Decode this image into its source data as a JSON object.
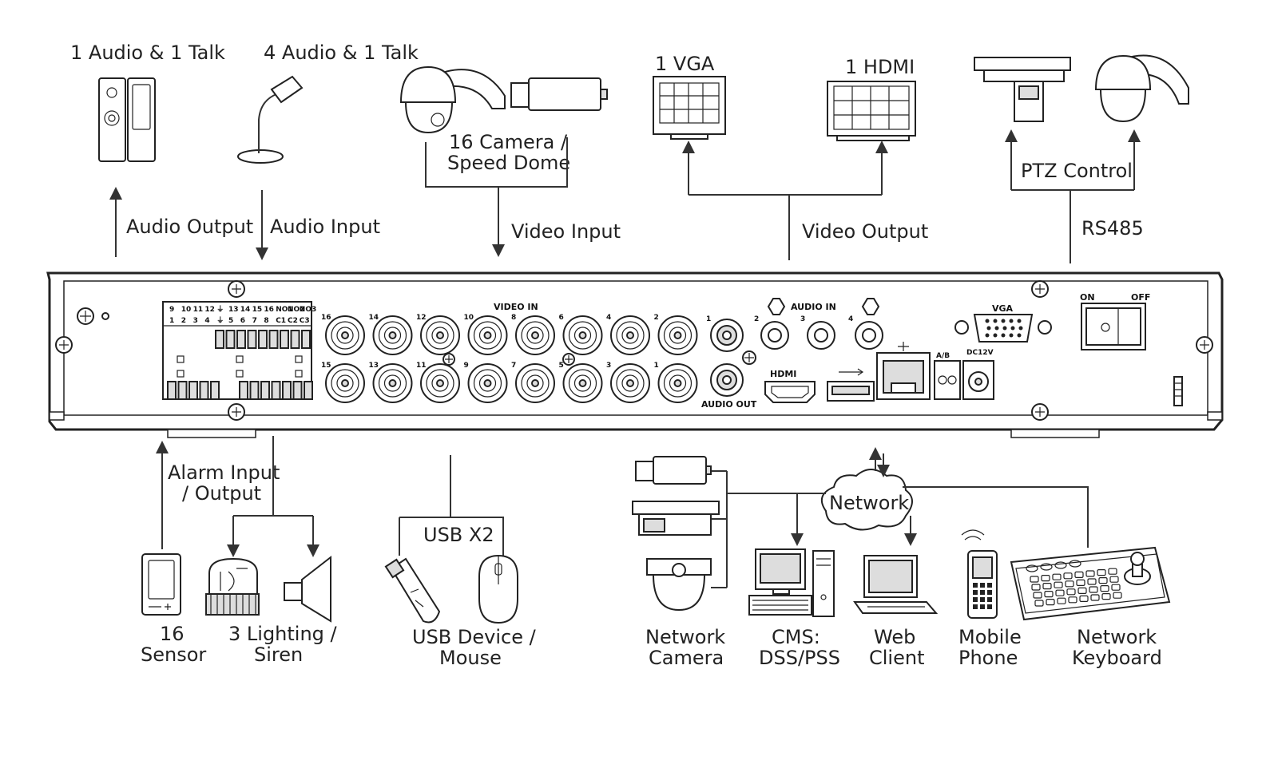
{
  "top_labels": {
    "audio_talk_1": "1 Audio  & 1 Talk",
    "audio_talk_4": "4 Audio & 1 Talk",
    "audio_output": "Audio  Output",
    "audio_input": "Audio  Input",
    "camera_line1": "16  Camera /",
    "camera_line2": "Speed Dome",
    "video_input": "Video Input",
    "vga": "1 VGA",
    "hdmi": "1 HDMI",
    "video_output": "Video Output",
    "ptz_control": "PTZ Control",
    "rs485": "RS485"
  },
  "panel": {
    "video_in": "VIDEO IN",
    "audio_in": "AUDIO IN",
    "audio_out": "AUDIO OUT",
    "vga_port": "VGA",
    "hdmi_port": "HDMI",
    "ab_label": "A/B",
    "dc_label": "DC12V",
    "on_label": "ON",
    "off_label": "OFF",
    "alarm_top_row": [
      "9",
      "10",
      "11",
      "12",
      "⏚",
      "13",
      "14",
      "15",
      "16",
      "NO1",
      "NO2",
      "NO3"
    ],
    "alarm_bottom_row": [
      "1",
      "2",
      "3",
      "4",
      "⏚",
      "5",
      "6",
      "7",
      "8",
      "C1",
      "C2",
      "C3"
    ],
    "bnc_top_labels": [
      "16",
      "14",
      "12",
      "10",
      "8",
      "6",
      "4",
      "2"
    ],
    "bnc_bottom_labels": [
      "15",
      "13",
      "11",
      "9",
      "7",
      "5",
      "3",
      "1"
    ],
    "audio_in_numbers": [
      "1",
      "2",
      "3",
      "4"
    ]
  },
  "bottom_labels": {
    "alarm_line1": "Alarm Input",
    "alarm_line2": "/ Output",
    "sensor_line1": "16",
    "sensor_line2": "Sensor",
    "siren_line1": "3 Lighting /",
    "siren_line2": "Siren",
    "usb_x2": "USB X2",
    "usb_line1": "USB Device /",
    "usb_line2": "Mouse",
    "network": "Network",
    "netcam_line1": "Network",
    "netcam_line2": "Camera",
    "cms_line1": "CMS:",
    "cms_line2": "DSS/PSS",
    "web_line1": "Web",
    "web_line2": "Client",
    "mobile_line1": "Mobile",
    "mobile_line2": "Phone",
    "keyboard_line1": "Network",
    "keyboard_line2": "Keyboard"
  }
}
